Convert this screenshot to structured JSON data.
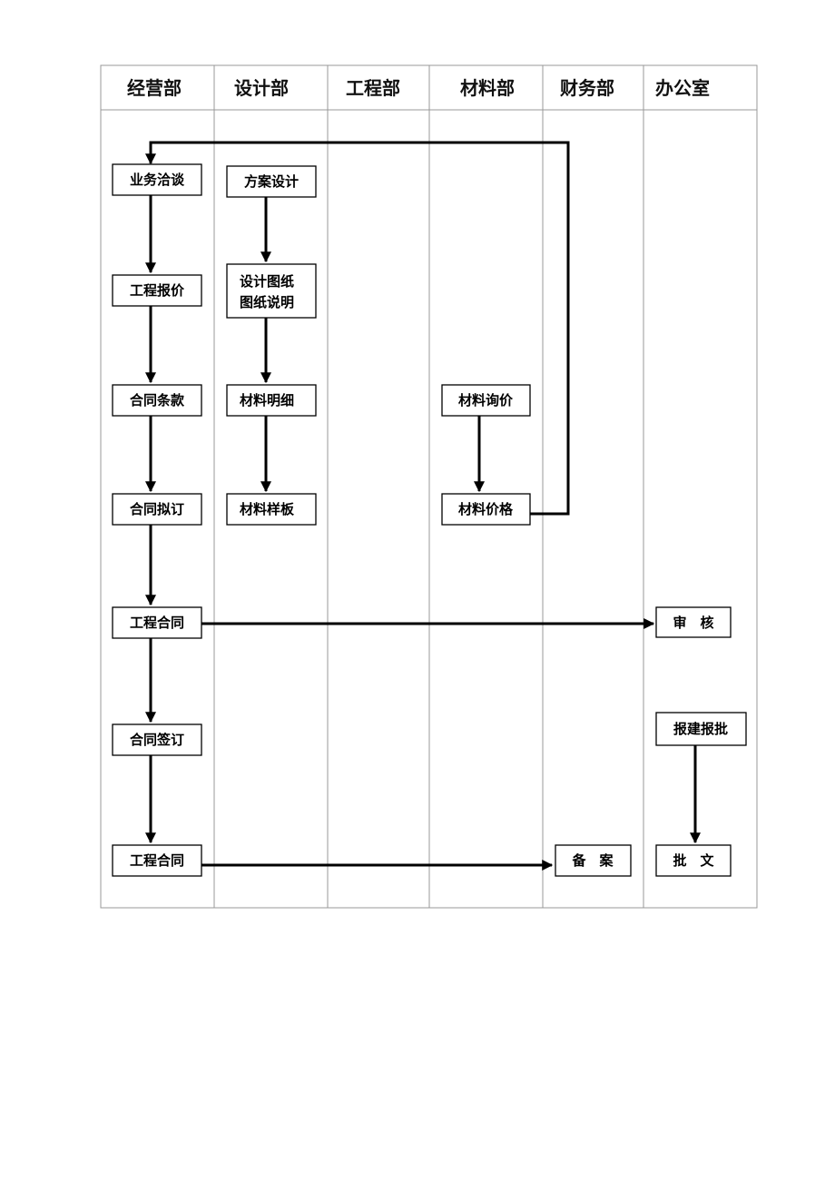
{
  "lanes": [
    "经营部",
    "设计部",
    "工程部",
    "材料部",
    "财务部",
    "办公室"
  ],
  "nodes": {
    "jy1": "业务洽谈",
    "jy2": "工程报价",
    "jy3": "合同条款",
    "jy4": "合同拟订",
    "jy5": "工程合同",
    "jy6": "合同签订",
    "jy7": "工程合同",
    "sj1": "方案设计",
    "sj2_line1": "设计图纸",
    "sj2_line2": "图纸说明",
    "sj3": "材料明细",
    "sj4": "材料样板",
    "cl1": "材料询价",
    "cl2": "材料价格",
    "cw1": "备　案",
    "bg1": "审　核",
    "bg2": "报建报批",
    "bg3": "批　文"
  }
}
